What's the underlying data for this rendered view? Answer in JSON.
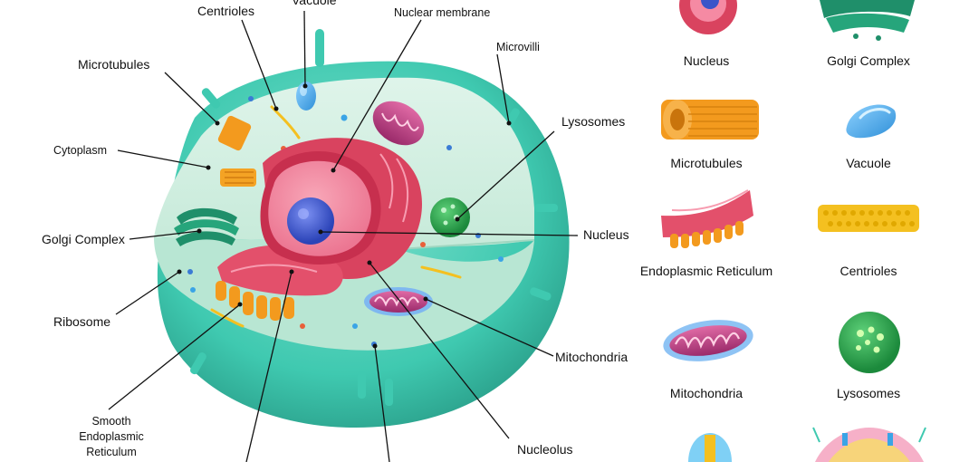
{
  "cell_labels": {
    "centrioles": "Centrioles",
    "vacuole": "Vacuole",
    "nuclear_membrane": "Nuclear membrane",
    "microvilli": "Microvilli",
    "microtubules": "Microtubules",
    "lysosomes": "Lysosomes",
    "cytoplasm": "Cytoplasm",
    "golgi_complex": "Golgi Complex",
    "nucleus": "Nucleus",
    "ribosome": "Ribosome",
    "mitochondria": "Mitochondria",
    "smooth_er_line1": "Smooth",
    "smooth_er_line2": "Endoplasmic",
    "smooth_er_line3": "Reticulum",
    "nucleolus": "Nucleolus"
  },
  "gallery": [
    {
      "label": "Nucleus",
      "icon": "nucleus-icon"
    },
    {
      "label": "Golgi Complex",
      "icon": "golgi-icon"
    },
    {
      "label": "Microtubules",
      "icon": "microtubules-icon"
    },
    {
      "label": "Vacuole",
      "icon": "vacuole-icon"
    },
    {
      "label": "Endoplasmic Reticulum",
      "icon": "er-icon"
    },
    {
      "label": "Centrioles",
      "icon": "centrioles-icon"
    },
    {
      "label": "Mitochondria",
      "icon": "mitochondria-icon"
    },
    {
      "label": "Lysosomes",
      "icon": "lysosomes-icon"
    }
  ],
  "colors": {
    "cell_membrane": "#3fc9b0",
    "cytoplasm": "#d4f0e4",
    "nucleus": "#e84a6f",
    "nucleolus": "#3a55c9",
    "golgi": "#1f8f6a",
    "microtubules": "#f39a1e",
    "vacuole": "#3aa4e6",
    "mitochondria": "#c8347a",
    "lysosome": "#2aa04a",
    "centrioles": "#f4c020"
  }
}
